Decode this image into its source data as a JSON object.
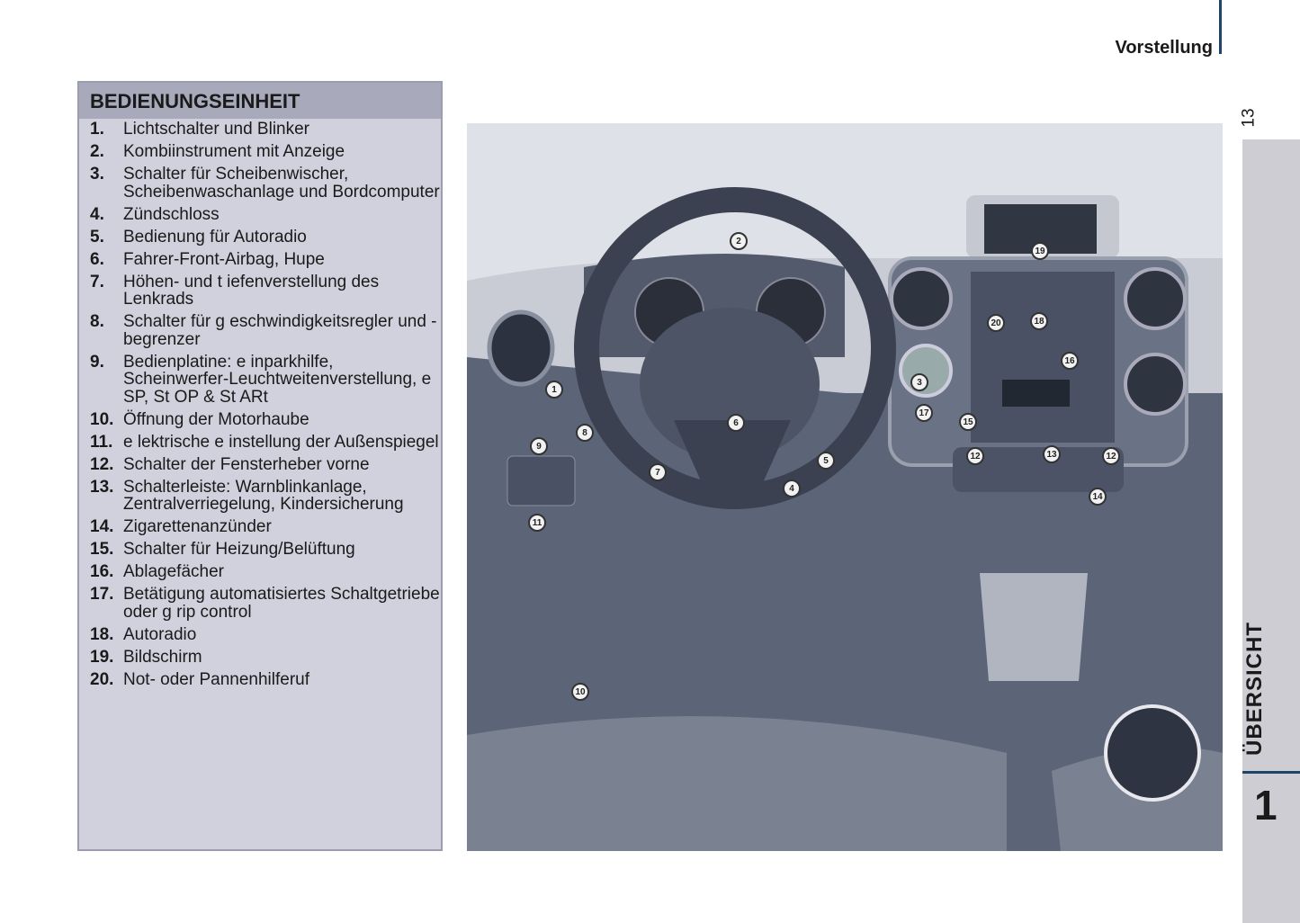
{
  "header": {
    "section": "Vorstellung",
    "page_number": "13"
  },
  "side_tab": {
    "label": "ÜBERSICHT",
    "chapter": "1"
  },
  "box": {
    "title": "BEDIENUNGSEINHEIT",
    "items": [
      {
        "n": "1.",
        "text": "Lichtschalter und Blinker"
      },
      {
        "n": "2.",
        "text": "Kombiinstrument mit Anzeige"
      },
      {
        "n": "3.",
        "text": "Schalter für Scheibenwischer, Scheibenwaschanlage und Bordcomputer"
      },
      {
        "n": "4.",
        "text": "Zündschloss"
      },
      {
        "n": "5.",
        "text": "Bedienung für Autoradio"
      },
      {
        "n": "6.",
        "text": "Fahrer-Front-Airbag, Hupe"
      },
      {
        "n": "7.",
        "text": "Höhen- und t iefenverstellung des Lenkrads"
      },
      {
        "n": "8.",
        "text": "Schalter für g eschwindigkeitsregler und -begrenzer"
      },
      {
        "n": "9.",
        "text": "Bedienplatine: e inparkhilfe, Scheinwerfer-Leuchtweitenverstellung, e SP, St OP & St ARt"
      },
      {
        "n": "10.",
        "text": "Öffnung der Motorhaube"
      },
      {
        "n": "11.",
        "text": "e lektrische e instellung der Außenspiegel"
      },
      {
        "n": "12.",
        "text": "Schalter der Fensterheber vorne"
      },
      {
        "n": "13.",
        "text": "Schalterleiste: Warnblinkanlage, Zentralverriegelung, Kindersicherung"
      },
      {
        "n": "14.",
        "text": "Zigarettenanzünder"
      },
      {
        "n": "15.",
        "text": "Schalter für Heizung/Belüftung"
      },
      {
        "n": "16.",
        "text": "Ablagefächer"
      },
      {
        "n": "17.",
        "text": "Betätigung automatisiertes Schaltgetriebe oder g rip control"
      },
      {
        "n": "18.",
        "text": "Autoradio"
      },
      {
        "n": "19.",
        "text": "Bildschirm"
      },
      {
        "n": "20.",
        "text": "Not- oder Pannenhilferuf"
      }
    ]
  },
  "callouts": [
    "1",
    "2",
    "3",
    "4",
    "5",
    "6",
    "7",
    "8",
    "9",
    "10",
    "11",
    "12",
    "13",
    "14",
    "15",
    "16",
    "17",
    "18",
    "19",
    "20"
  ]
}
